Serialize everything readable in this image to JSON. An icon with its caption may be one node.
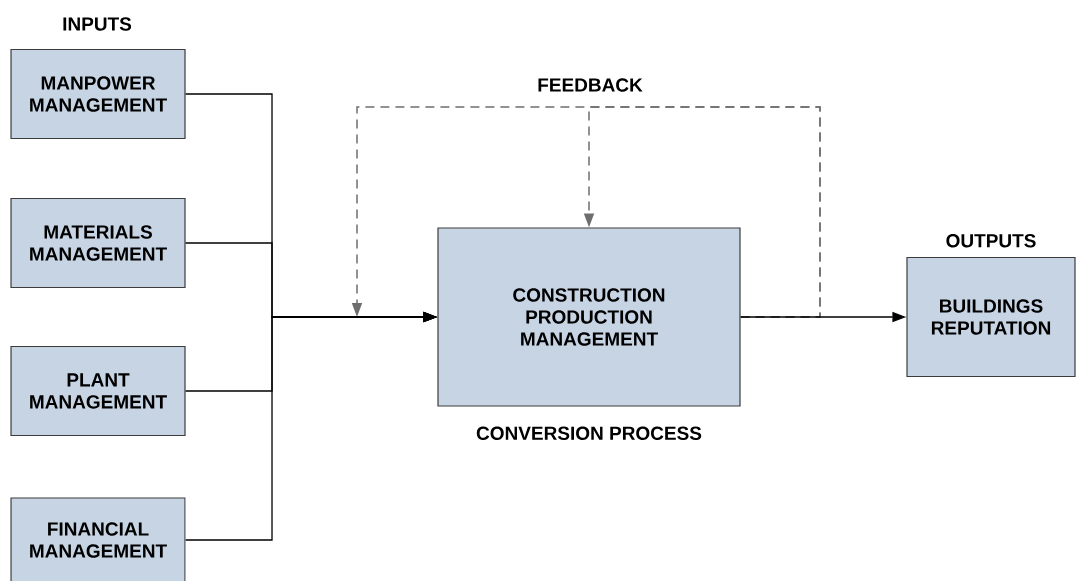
{
  "diagram": {
    "nodes": [
      {
        "text": [
          "MANPOWER MANAGEMENT"
        ]
      },
      {
        "text": [
          "MATERIALS MANAGEMENT"
        ]
      },
      {
        "text": [
          "PLANT MANAGEMENT"
        ]
      },
      {
        "text": [
          "FINANCIAL MANAGEMENT"
        ]
      },
      {
        "text": [
          "CONSTRUCTION PRODUCTION MANAGEMENT"
        ],
        "beside": [
          "CONVERSION PROCESS"
        ]
      },
      {
        "text": [
          "OUTPUTS",
          "BUILDINGS REPUTATION"
        ]
      }
    ],
    "edges": [
      {
        "from": 0,
        "to": 4,
        "arrow": "to"
      },
      {
        "from": 1,
        "to": 4,
        "arrow": "to"
      },
      {
        "from": 2,
        "to": 4,
        "arrow": "to"
      },
      {
        "from": 3,
        "to": 4,
        "arrow": "to"
      },
      {
        "from": 4,
        "to": 5,
        "arrow": "to"
      },
      {
        "from": 4,
        "to": 4,
        "arrow": "to",
        "style": "dashed",
        "color": "#6e6e6e"
      },
      {
        "from": 4,
        "to": null,
        "arrow": "to",
        "style": "dashed",
        "color": "#6e6e6e"
      }
    ],
    "labels": [
      "INPUTS",
      "FEEDBACK"
    ]
  }
}
